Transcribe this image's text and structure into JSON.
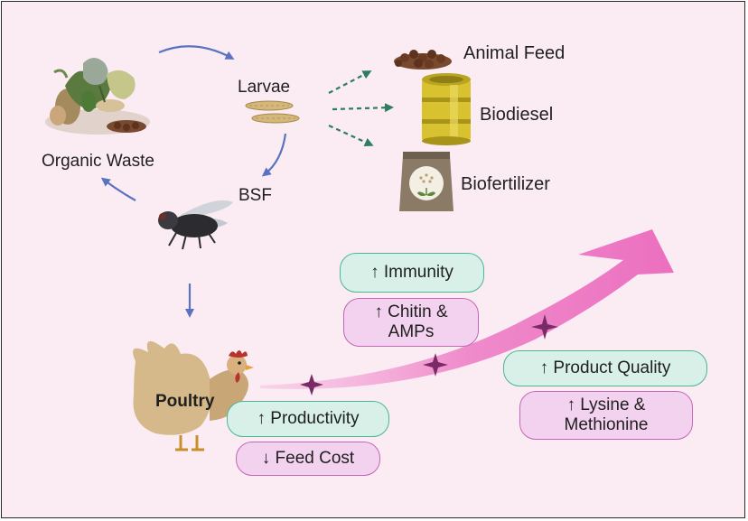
{
  "colors": {
    "background": "#fbecf3",
    "cycle_arrow": "#5b72c0",
    "product_arrow": "#2e7d5f",
    "trend_arrow": "#ee7fc4",
    "marker": "#7a2a66",
    "green_box_fill": "#d8f0e8",
    "green_box_border": "#48b796",
    "pink_box_fill": "#f3d2ef",
    "pink_box_border": "#c465b7"
  },
  "cycle": {
    "organic_waste": "Organic Waste",
    "larvae": "Larvae",
    "bsf": "BSF",
    "poultry": "Poultry"
  },
  "products": {
    "animal_feed": "Animal Feed",
    "biodiesel": "Biodiesel",
    "biofertilizer": "Biofertilizer"
  },
  "benefits": {
    "immunity": "↑ Immunity",
    "chitin_line1": "↑ Chitin &",
    "chitin_line2": "AMPs",
    "productivity": "↑ Productivity",
    "feed_cost": "↓ Feed Cost",
    "product_quality": "↑ Product Quality",
    "lysine_line1": "↑ Lysine &",
    "lysine_line2": "Methionine"
  },
  "icons": [
    "organic-waste-pile-icon",
    "larvae-icon",
    "fly-icon",
    "feed-pellets-icon",
    "biodiesel-barrel-icon",
    "fertilizer-bag-icon",
    "rooster-icon",
    "star-marker-icon"
  ]
}
